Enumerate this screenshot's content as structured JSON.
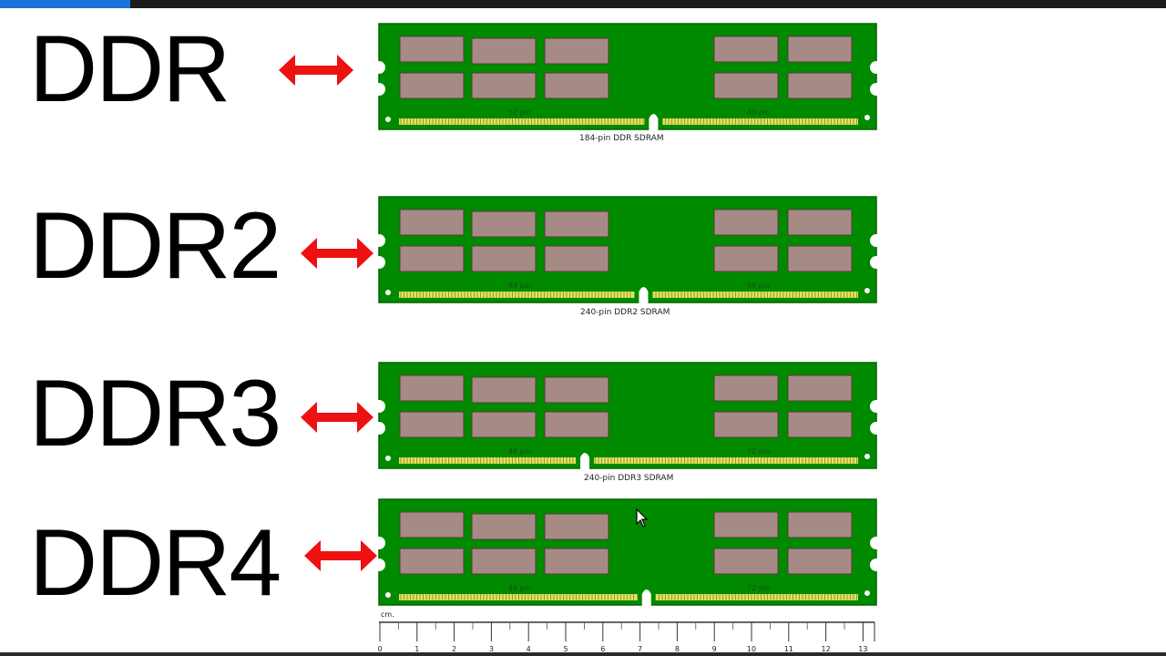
{
  "colors": {
    "pcb": "#008a00",
    "pcb_edge": "#006600",
    "chip": "#a68a86",
    "chip_border": "#5a3a3a",
    "contact_pin": "#e0e060",
    "arrow": "#ee1111",
    "text": "#000000",
    "progress": "#1a73d9",
    "topbar": "#1b1b1b"
  },
  "video_progress_fraction": 0.112,
  "modules": [
    {
      "label": "DDR",
      "left_pin_count": "52 pin",
      "right_pin_count": "40 pin",
      "caption": "184-pin DDR SDRAM",
      "notch_fraction": 0.552
    },
    {
      "label": "DDR2",
      "left_pin_count": "64 pin",
      "right_pin_count": "56 pin",
      "caption": "240-pin DDR2 SDRAM",
      "notch_fraction": 0.532
    },
    {
      "label": "DDR3",
      "left_pin_count": "48 pin",
      "right_pin_count": "72 pin",
      "caption": "240-pin DDR3 SDRAM",
      "notch_fraction": 0.414
    },
    {
      "label": "DDR4",
      "left_pin_count": "48 pin",
      "right_pin_count": "72 pin",
      "caption": "",
      "notch_fraction": 0.538
    }
  ],
  "ruler": {
    "unit": "cm.",
    "ticks": [
      "0",
      "1",
      "2",
      "3",
      "4",
      "5",
      "6",
      "7",
      "8",
      "9",
      "10",
      "11",
      "12",
      "13"
    ]
  },
  "icons": {
    "arrow": "double-headed-arrow-icon",
    "cursor": "mouse-pointer-icon"
  }
}
